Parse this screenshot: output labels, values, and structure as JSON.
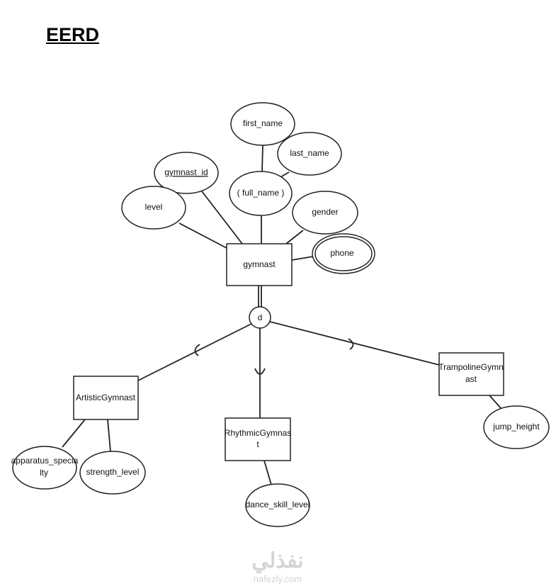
{
  "title": "EERD",
  "diagram": {
    "superclass": "gymnast",
    "specialization_label": "d",
    "superclass_attributes": {
      "key": "gymnast_id",
      "level": "level",
      "composite": "( full_name )",
      "first_name": "first_name",
      "last_name": "last_name",
      "gender": "gender",
      "multivalued": "phone"
    },
    "subclasses": {
      "artistic": {
        "name": "ArtisticGymnast",
        "attr1_line1": "apparatus_specia",
        "attr1_line2": "lty",
        "attr2": "strength_level"
      },
      "rhythmic": {
        "name_line1": "RhythmicGymnas",
        "name_line2": "t",
        "attr": "dance_skill_level"
      },
      "trampoline": {
        "name_line1": "TrampolineGymn",
        "name_line2": "ast",
        "attr": "jump_height"
      }
    }
  },
  "watermark": {
    "arabic": "نفذلي",
    "latin": "nafezly.com"
  }
}
